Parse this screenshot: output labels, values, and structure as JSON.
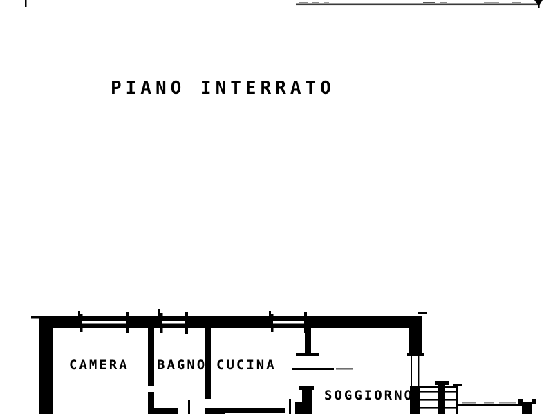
{
  "document": {
    "type": "floor-plan",
    "title": "PIANO INTERRATO",
    "language": "it",
    "background_color": "#ffffff",
    "ink_color": "#000000"
  },
  "rooms": [
    {
      "id": "camera",
      "label": "CAMERA"
    },
    {
      "id": "bagno",
      "label": "BAGNO"
    },
    {
      "id": "cucina",
      "label": "CUCINA"
    },
    {
      "id": "soggiorno",
      "label": "SOGGIORNO"
    }
  ],
  "annotations": {
    "top_dimension_line": "",
    "left_tick": "",
    "right_arrow": ""
  }
}
